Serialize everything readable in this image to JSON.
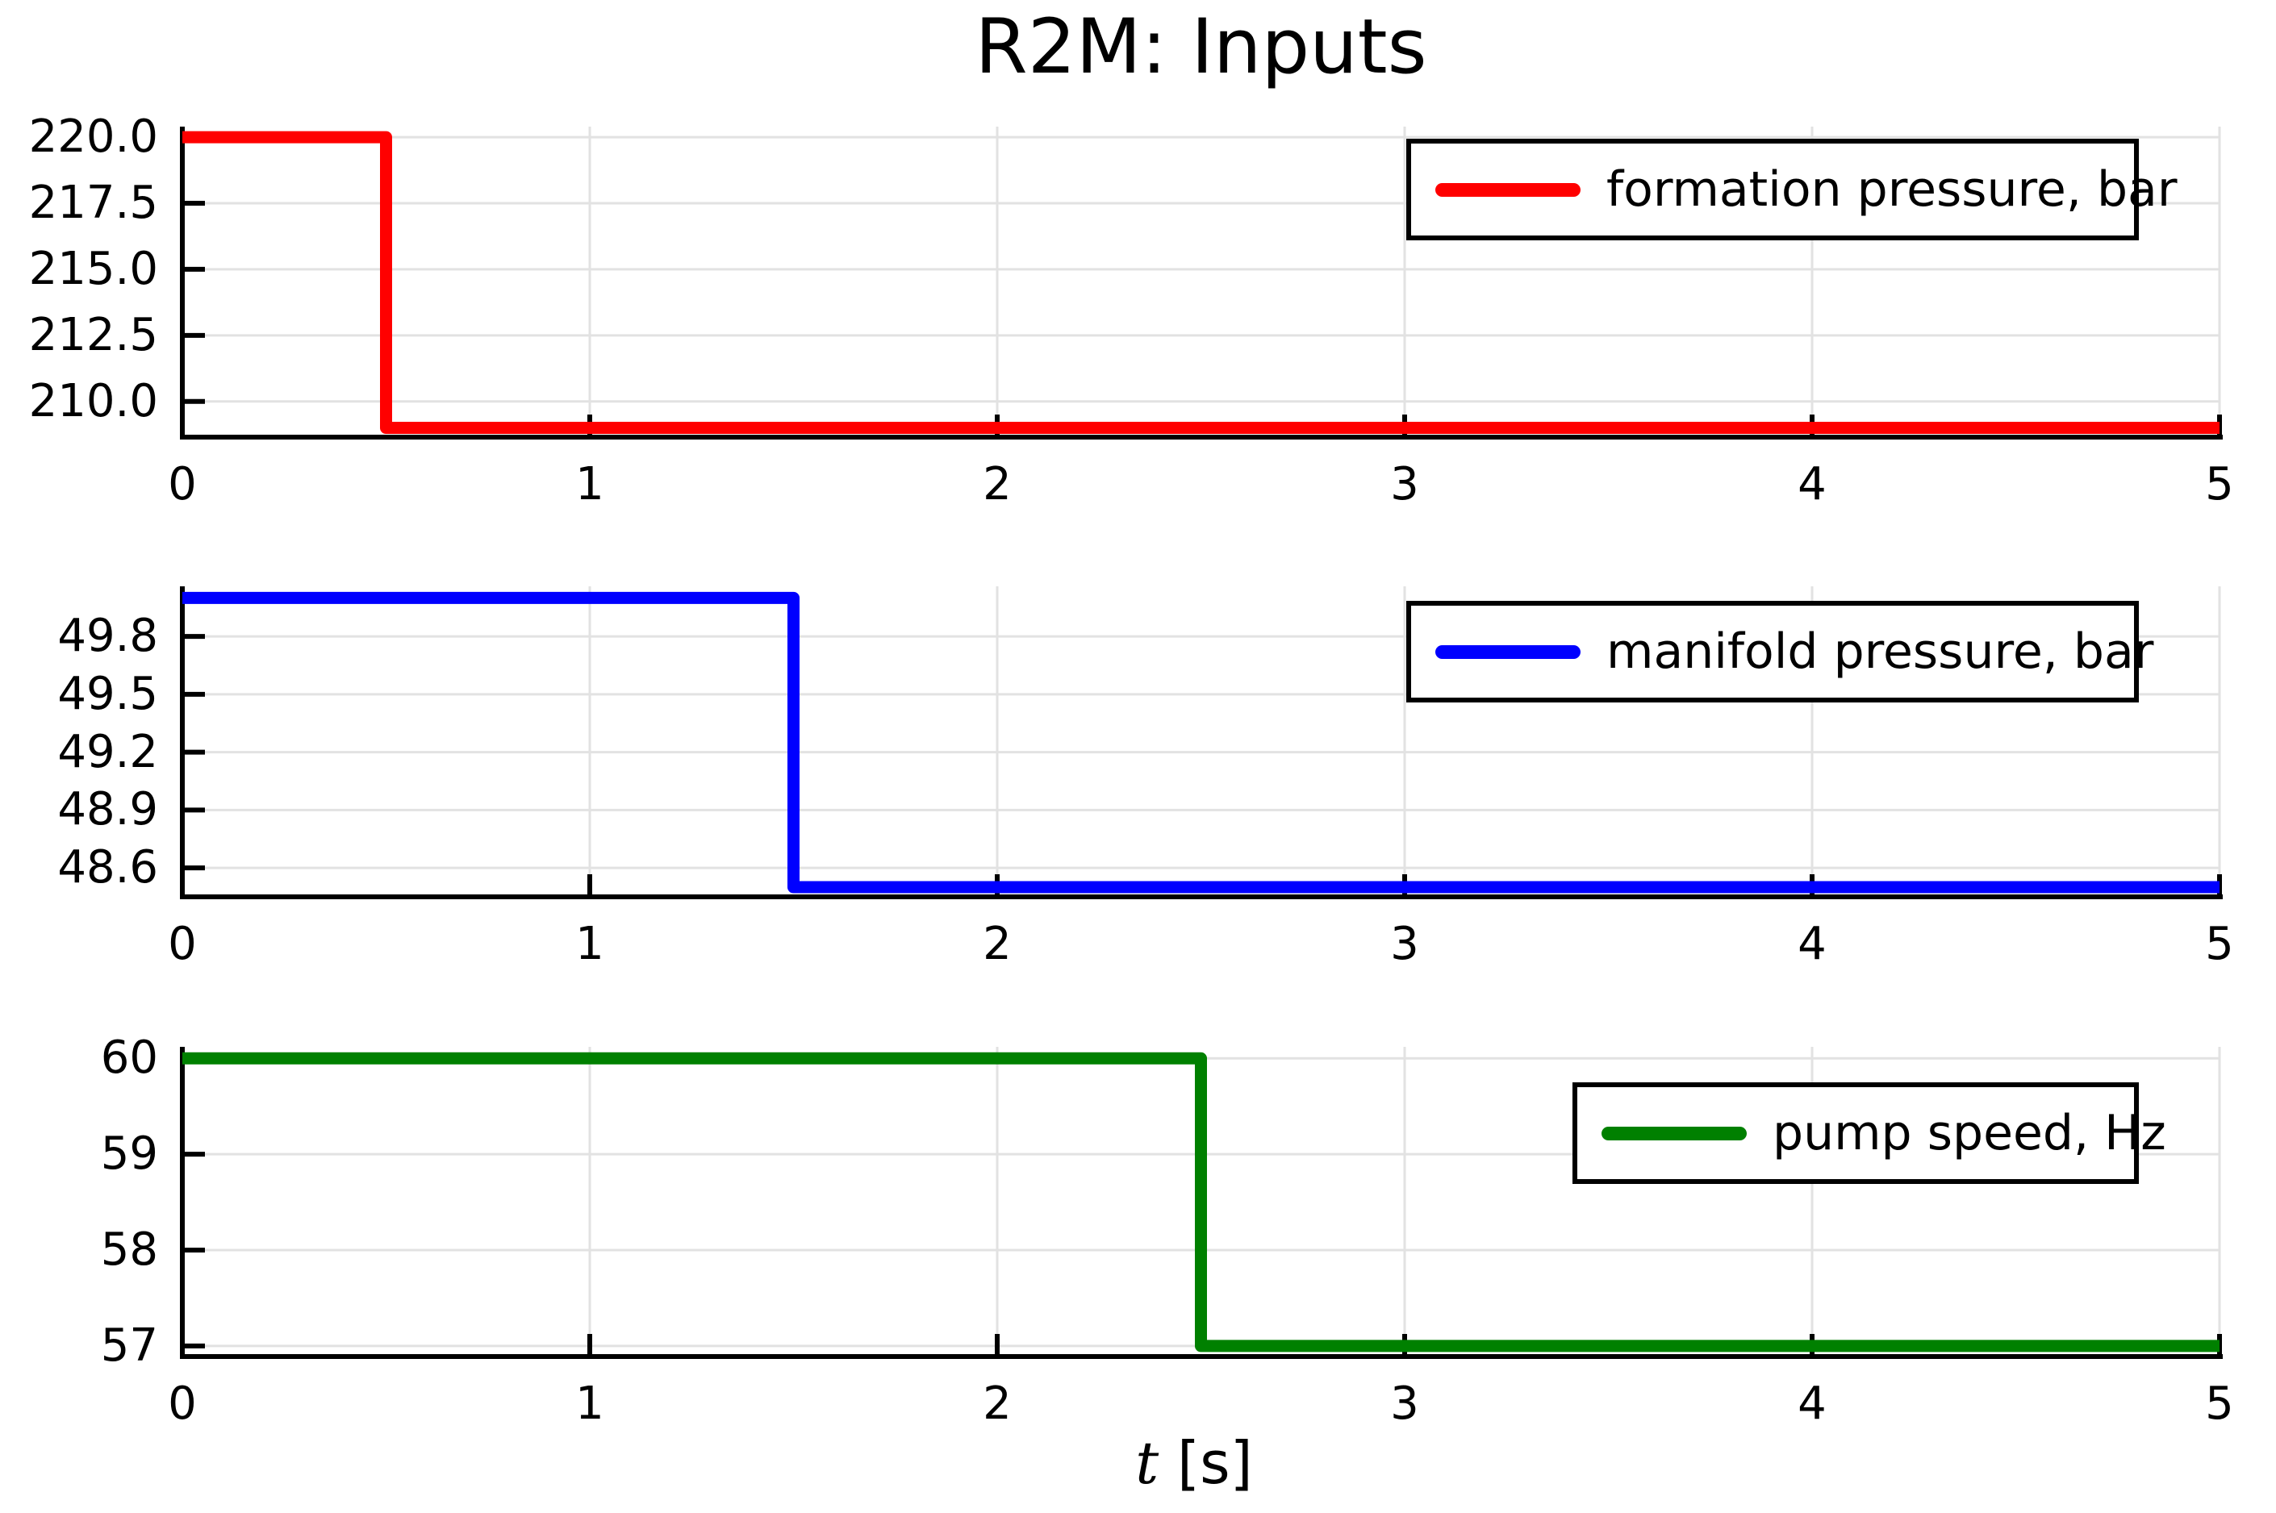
{
  "figure": {
    "title": "R2M: Inputs",
    "xlabel_variable": "t",
    "xlabel_unit": " [s]",
    "background_color": "#FFFFFF",
    "axis_color": "#000000",
    "grid_color": "#E2E2E2",
    "tick_label_color": "#000000"
  },
  "chart_data": [
    {
      "type": "line",
      "id": "formation-pressure",
      "series": [
        {
          "name": "formation pressure, bar",
          "color": "#FF0000",
          "x": [
            0,
            0.5,
            0.5,
            5
          ],
          "y": [
            220,
            220,
            209,
            209
          ]
        }
      ],
      "step": {
        "t": 0.5,
        "from": 220,
        "to": 209
      },
      "xlim": [
        0,
        5
      ],
      "ylim": [
        208.65,
        220.4
      ],
      "xticks": [
        0,
        1,
        2,
        3,
        4,
        5
      ],
      "xtick_labels": [
        "0",
        "1",
        "2",
        "3",
        "4",
        "5"
      ],
      "yticks": [
        210.0,
        212.5,
        215.0,
        217.5,
        220.0
      ],
      "ytick_labels": [
        "210.0",
        "212.5",
        "215.0",
        "217.5",
        "220.0"
      ],
      "grid": true,
      "legend": {
        "label": "formation pressure, bar",
        "position": "top-right"
      }
    },
    {
      "type": "line",
      "id": "manifold-pressure",
      "series": [
        {
          "name": "manifold pressure, bar",
          "color": "#0000FF",
          "x": [
            0,
            1.5,
            1.5,
            5
          ],
          "y": [
            50.0,
            50.0,
            48.5,
            48.5
          ]
        }
      ],
      "step": {
        "t": 1.5,
        "from": 50.0,
        "to": 48.5
      },
      "xlim": [
        0,
        5
      ],
      "ylim": [
        48.45,
        50.06
      ],
      "xticks": [
        0,
        1,
        2,
        3,
        4,
        5
      ],
      "xtick_labels": [
        "0",
        "1",
        "2",
        "3",
        "4",
        "5"
      ],
      "yticks": [
        48.6,
        48.9,
        49.2,
        49.5,
        49.8
      ],
      "ytick_labels": [
        "48.6",
        "48.9",
        "49.2",
        "49.5",
        "49.8"
      ],
      "grid": true,
      "legend": {
        "label": "manifold pressure, bar",
        "position": "top-right"
      }
    },
    {
      "type": "line",
      "id": "pump-speed",
      "series": [
        {
          "name": "pump speed, Hz",
          "color": "#008000",
          "x": [
            0,
            2.5,
            2.5,
            5
          ],
          "y": [
            60,
            60,
            57,
            57
          ]
        }
      ],
      "step": {
        "t": 2.5,
        "from": 60,
        "to": 57
      },
      "xlim": [
        0,
        5
      ],
      "ylim": [
        56.89,
        60.12
      ],
      "xticks": [
        0,
        1,
        2,
        3,
        4,
        5
      ],
      "xtick_labels": [
        "0",
        "1",
        "2",
        "3",
        "4",
        "5"
      ],
      "yticks": [
        57,
        58,
        59,
        60
      ],
      "ytick_labels": [
        "57",
        "58",
        "59",
        "60"
      ],
      "grid": true,
      "legend": {
        "label": "pump speed, Hz",
        "position": "top-right"
      }
    }
  ]
}
